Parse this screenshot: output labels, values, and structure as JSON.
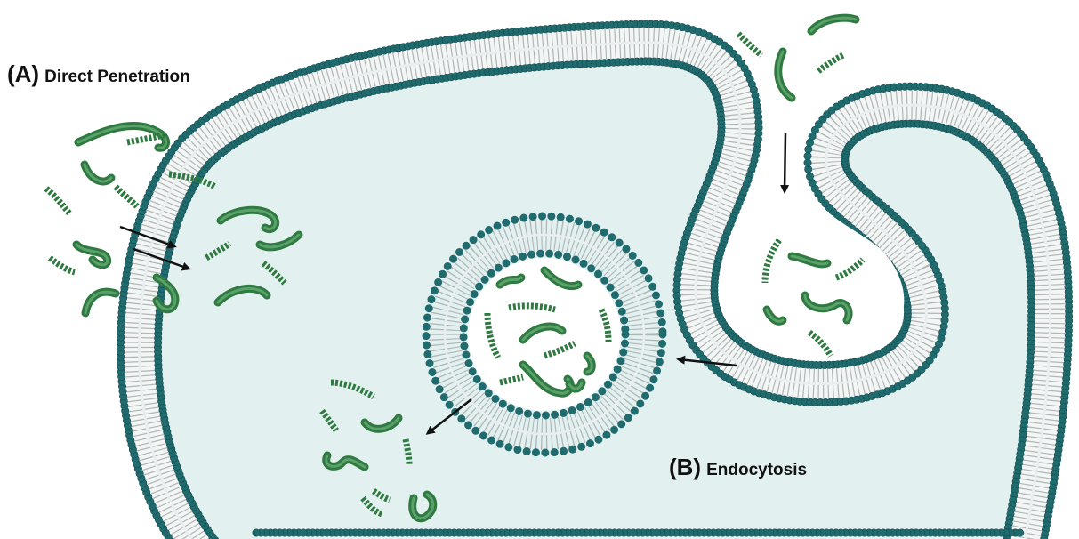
{
  "labels": {
    "direct": {
      "key": "(A)",
      "text": "Direct Penetration"
    },
    "endo": {
      "key": "(B)",
      "text": "Endocytosis"
    }
  },
  "colors": {
    "cytoplasm": "#e3f0f0",
    "head": "#1f6b6e",
    "head_stroke": "#154d50",
    "tail": "#c9cfcf",
    "peptide_dark": "#2f7a40",
    "peptide_light": "#5fa872",
    "arrow": "#111111"
  },
  "icons": [
    "peptide-icon",
    "arrow-icon"
  ]
}
